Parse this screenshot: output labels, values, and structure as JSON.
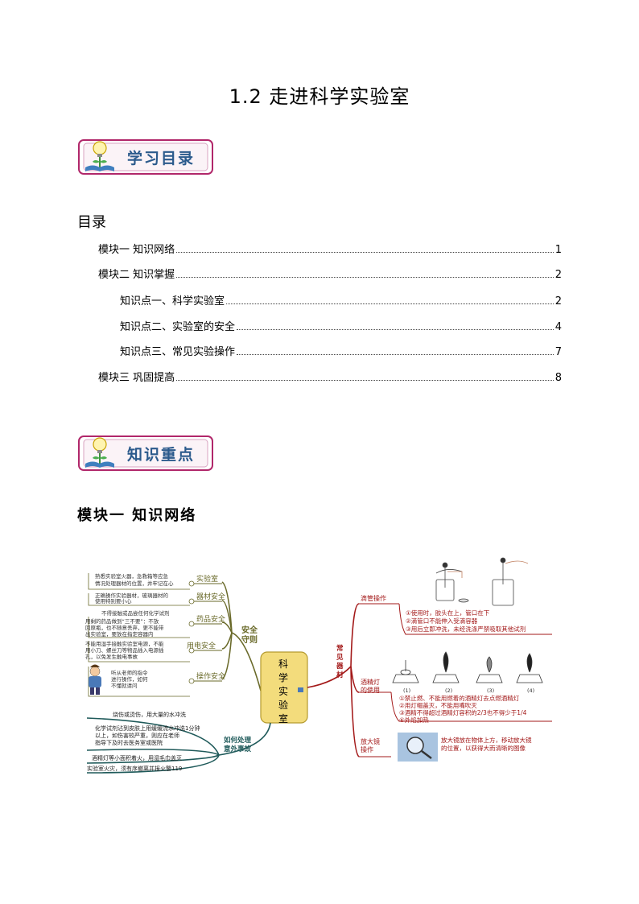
{
  "title": "1.2  走进科学实验室",
  "banner1": {
    "text": "学习目录",
    "icon": "book-lightbulb-icon"
  },
  "toc": {
    "heading": "目录",
    "entries": [
      {
        "label": "模块一  知识网络",
        "page": "1"
      },
      {
        "label": "模块二  知识掌握",
        "page": "2"
      },
      {
        "label": "知识点一、科学实验室",
        "page": "2"
      },
      {
        "label": "知识点二、实验室的安全",
        "page": "4"
      },
      {
        "label": "知识点三、常见实验操作",
        "page": "7"
      },
      {
        "label": "模块三  巩固提高",
        "page": "8"
      }
    ]
  },
  "banner2": {
    "text": "知识重点",
    "icon": "book-lightbulb-icon"
  },
  "module1_heading": "模块一  知识网络",
  "mindmap": {
    "center": "科学实验室",
    "safety": {
      "label1": "安全",
      "label2": "守则",
      "items": [
        {
          "name": "实验室",
          "note1": "熟悉实验室火器，急救箱等应急",
          "note2": "情况处理器材的位置，并牢记在心"
        },
        {
          "name": "器材安全",
          "note1": "正确操作实验器材，玻璃器材的",
          "note2": "使用特别要小心"
        },
        {
          "name": "药品安全",
          "note0": "不得接触或品尝任何化学试剂",
          "note1": "用剩的药品做到“三不要”：不放",
          "note2": "回原瓶，也不随意丢弃，更不能带",
          "note3": "出实验室，要放在指定容器内"
        },
        {
          "name": "用电安全",
          "note1": "不能用湿手接触实验室电源，不能",
          "note2": "用小刀、螺丝刀等物品插入电源插",
          "note3": "孔，以免发生触电事故"
        },
        {
          "name": "操作安全",
          "note1": "听从老师的指令",
          "note2": "进行操作，如何",
          "note3": "不懂就请问"
        }
      ]
    },
    "accident": {
      "label1": "如何处理",
      "label2": "意外事故",
      "items": [
        "烧伤或烫伤，用大量的水冲洗",
        "化学试剂沾到皮肤上用缓缓流水冲洗1分钟",
        "以上，如伤害较严重，则应在老师",
        "指导下及时去医务室或医院",
        "酒精灯等小面积着火，用湿毛巾盖灭",
        "实验室火灾，须有序撤离并报火警119"
      ]
    },
    "instruments": {
      "label": "常见器材",
      "dropper": {
        "name": "滴管操作",
        "rules": [
          "①使用时，胶头在上，管口在下",
          "②滴管口不能伸入受滴容器",
          "③用后立即冲洗，未经洗涤严禁吸取其他试剂"
        ]
      },
      "lamp": {
        "name1": "酒精灯",
        "name2": "的使用",
        "figs": [
          "(1)",
          "(2)",
          "(3)",
          "(4)"
        ],
        "rules": [
          "①禁止燃、不能用燃着的酒精灯去点燃酒精灯",
          "②用灯帽盖灭，不能用嘴吹灭",
          "③酒精不得超过酒精灯容积的2/3也不得少于1/4",
          "④外焰加热"
        ]
      },
      "magnifier": {
        "name1": "放大镜",
        "name2": "操作",
        "note1": "放大镜放在物体上方，移动放大镜",
        "note2": "的位置，以获得大而清晰的图像"
      }
    }
  },
  "colors": {
    "banner_text": "#2b5a8c",
    "banner_border": "#b1276a",
    "safety_branch": "#6a6a2a",
    "accident_branch": "#1f5a5a",
    "instrument_branch": "#a31919",
    "center_fill": "#f3dc7c"
  }
}
